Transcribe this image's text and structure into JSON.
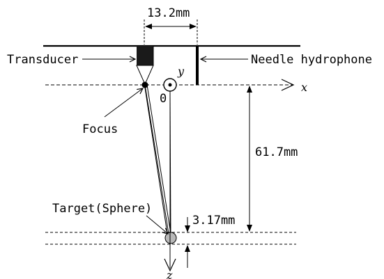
{
  "labels": {
    "transducer": "Transducer",
    "needle_hydrophone": "Needle hydrophone",
    "focus": "Focus",
    "target": "Target(Sphere)",
    "origin": "0"
  },
  "dimensions": {
    "separation": "13.2mm",
    "focal_distance": "61.7mm",
    "target_size": "3.17mm"
  },
  "axes": {
    "x": "x",
    "y": "y",
    "z": "z"
  },
  "colors": {
    "line": "#000000",
    "target_fill": "#b8b8b8"
  }
}
